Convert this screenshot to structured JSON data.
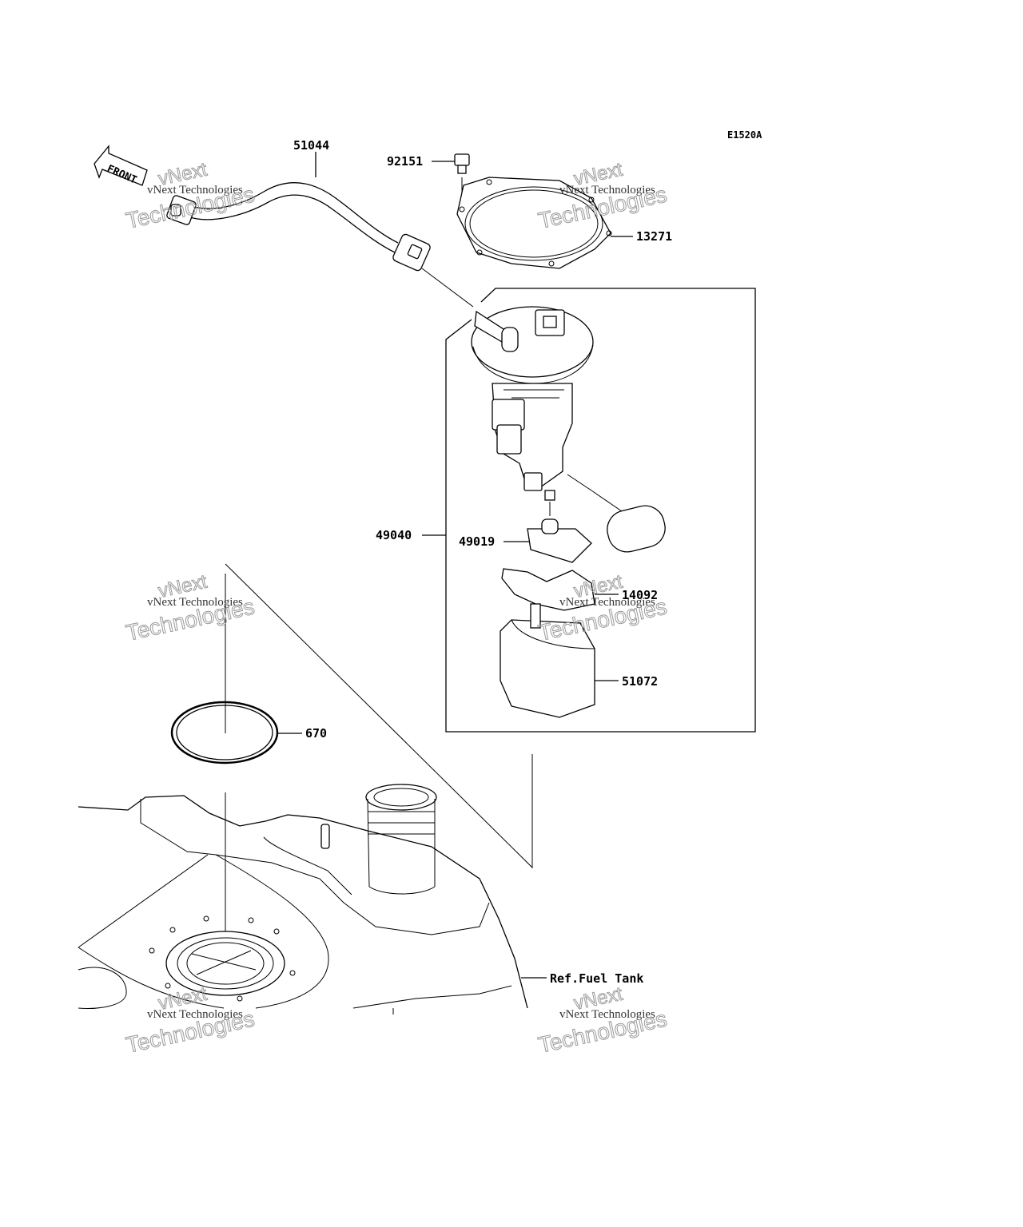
{
  "diagram": {
    "code": "E1520A",
    "front_label": "FRONT",
    "ref_label": "Ref.Fuel Tank",
    "parts": [
      {
        "id": "51044"
      },
      {
        "id": "92151"
      },
      {
        "id": "13271"
      },
      {
        "id": "49040"
      },
      {
        "id": "49019"
      },
      {
        "id": "14092"
      },
      {
        "id": "51072"
      },
      {
        "id": "670"
      }
    ]
  },
  "watermark": {
    "line1": "vNext",
    "line2": "vNext Technologies",
    "line3": "Technologies"
  }
}
